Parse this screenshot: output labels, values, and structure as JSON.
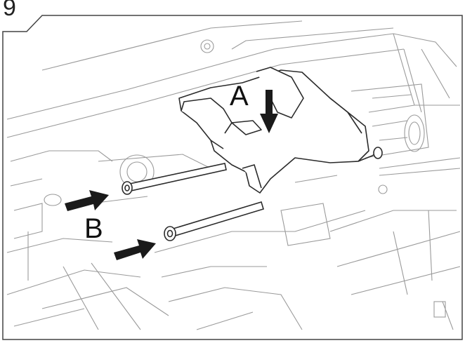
{
  "step": {
    "number": "9"
  },
  "labels": {
    "a": "A",
    "b": "B"
  },
  "colors": {
    "line": "#8a8a8a",
    "bold": "#2b2b2b",
    "arrow": "#1a1a1a",
    "border": "#444444"
  },
  "icons": {
    "arrow_a": "arrow-down-icon",
    "arrow_b": "arrow-right-icon"
  }
}
